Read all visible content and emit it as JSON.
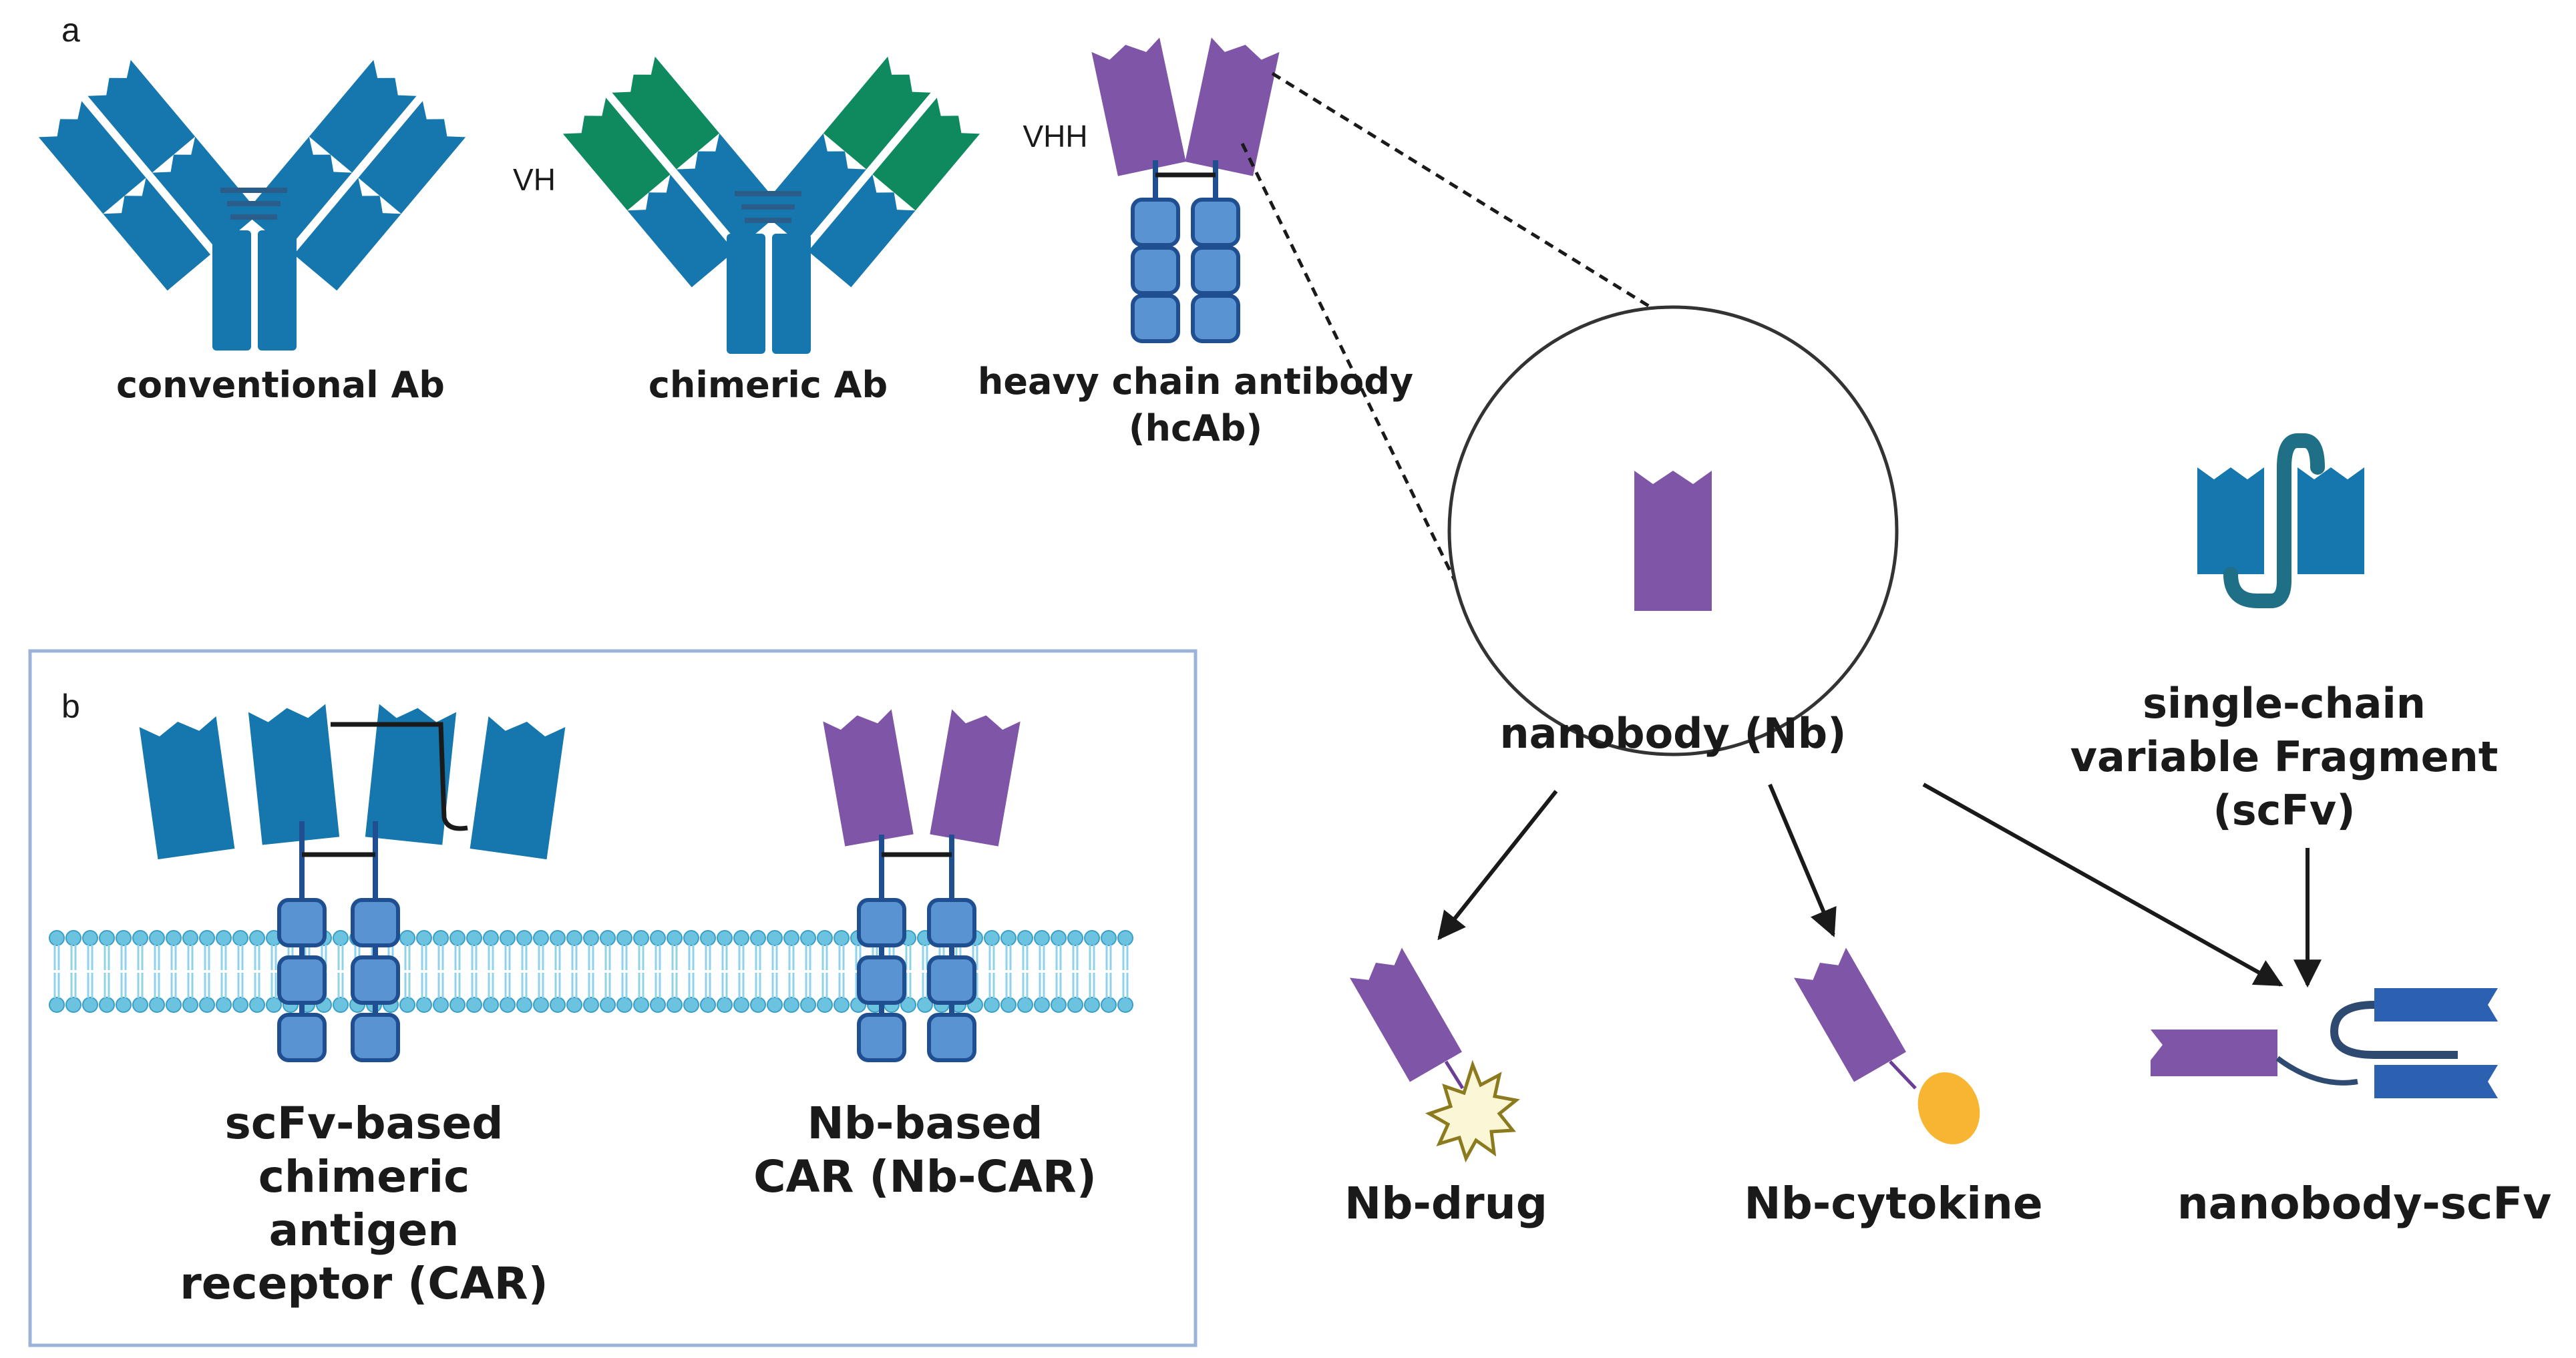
{
  "panel_a": {
    "letter": "a",
    "conventional_ab": "conventional Ab",
    "chimeric_ab": "chimeric Ab",
    "vh": "VH",
    "vhh": "VHH",
    "hcab_line1": "heavy chain antibody",
    "hcab_line2": "(hcAb)",
    "nanobody": "nanobody (Nb)",
    "scfv_line1": "single-chain",
    "scfv_line2": "variable Fragment",
    "scfv_line3": "(scFv)",
    "nb_drug": "Nb-drug",
    "nb_cytokine": "Nb-cytokine",
    "nanobody_scfv": "nanobody-scFv"
  },
  "panel_b": {
    "letter": "b",
    "scfv_car_line1": "scFv-based",
    "scfv_car_line2": "chimeric",
    "scfv_car_line3": "antigen",
    "scfv_car_line4": "receptor (CAR)",
    "nb_car_line1": "Nb-based",
    "nb_car_line2": "CAR (Nb-CAR)"
  },
  "colors": {
    "antibody_blue": "#1577ad",
    "antibody_blue_light": "#5a93d1",
    "chain_dark": "#1f4f91",
    "variable_green": "#0f8a5f",
    "nanobody_purple": "#7f55a8",
    "membrane": "#6cc3e0",
    "drug_fill": "#fbf6d6",
    "drug_stroke": "#8c7a1e",
    "cytokine": "#f7b531",
    "frame": "#9bb3d8"
  }
}
